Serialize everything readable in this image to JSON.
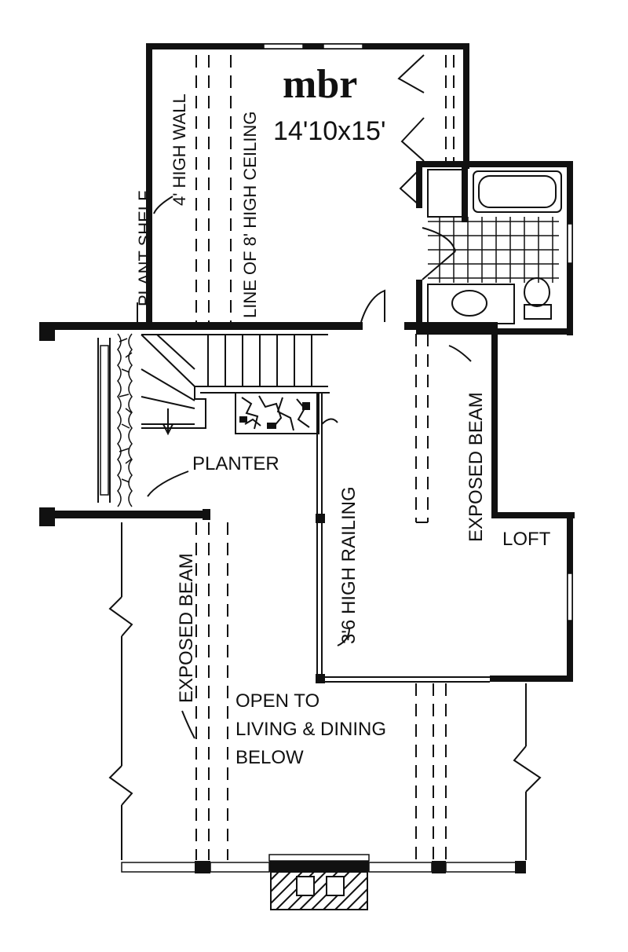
{
  "plan": {
    "room_name": "mbr",
    "room_dimensions": "14'10x15'",
    "labels": {
      "high_wall": "4' HIGH WALL",
      "ceiling_line": "LINE OF 8' HIGH CEILING",
      "plant_shelf": "PLANT SHELF",
      "planter": "PLANTER",
      "railing": "3'6 HIGH RAILING",
      "beam_right": "EXPOSED BEAM",
      "beam_left": "EXPOSED BEAM",
      "loft": "LOFT",
      "open_line1": "OPEN TO",
      "open_line2": "LIVING & DINING",
      "open_line3": "BELOW"
    }
  }
}
